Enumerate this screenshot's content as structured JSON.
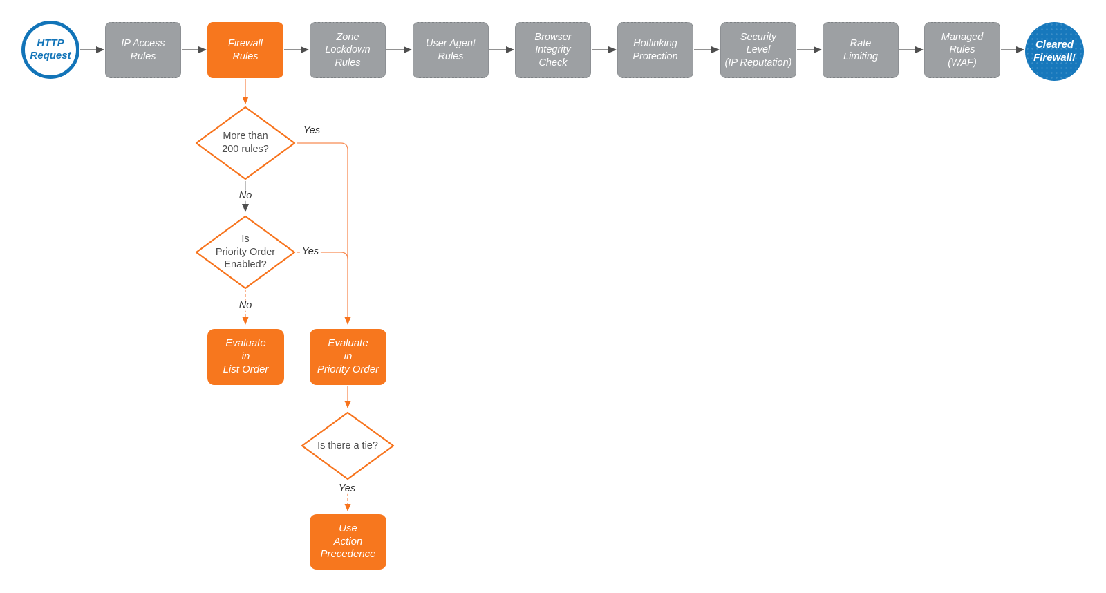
{
  "colors": {
    "orange": "#F7771E",
    "orange_line": "#F88C54",
    "gray_node": "#9DA0A3",
    "blue": "#1274B8",
    "blue_fill": "#1778BC",
    "connector_gray": "#6E6E6E",
    "text_dark": "#4C4C4C"
  },
  "flow": {
    "start": {
      "label": "HTTP\nRequest"
    },
    "end": {
      "label": "Cleared\nFirewall!"
    },
    "pipeline": [
      {
        "id": "ip-access-rules",
        "label": "IP Access\nRules"
      },
      {
        "id": "firewall-rules",
        "label": "Firewall\nRules"
      },
      {
        "id": "zone-lockdown-rules",
        "label": "Zone\nLockdown\nRules"
      },
      {
        "id": "user-agent-rules",
        "label": "User Agent\nRules"
      },
      {
        "id": "browser-integrity-check",
        "label": "Browser\nIntegrity\nCheck"
      },
      {
        "id": "hotlinking-protection",
        "label": "Hotlinking\nProtection"
      },
      {
        "id": "security-level",
        "label": "Security\nLevel\n(IP Reputation)"
      },
      {
        "id": "rate-limiting",
        "label": "Rate\nLimiting"
      },
      {
        "id": "managed-rules-waf",
        "label": "Managed\nRules\n(WAF)"
      }
    ],
    "decisions": [
      {
        "id": "more-than-200-rules",
        "label": "More than\n200 rules?"
      },
      {
        "id": "priority-order-enabled",
        "label": "Is\nPriority Order\nEnabled?"
      },
      {
        "id": "is-there-a-tie",
        "label": "Is there a tie?"
      }
    ],
    "actions": [
      {
        "id": "evaluate-in-list-order",
        "label": "Evaluate\nin\nList Order"
      },
      {
        "id": "evaluate-in-priority-order",
        "label": "Evaluate\nin\nPriority Order"
      },
      {
        "id": "use-action-precedence",
        "label": "Use\nAction\nPrecedence"
      }
    ],
    "edge_labels": {
      "d1_yes": "Yes",
      "d1_no": "No",
      "d2_yes": "Yes",
      "d2_no": "No",
      "d3_yes": "Yes"
    }
  }
}
